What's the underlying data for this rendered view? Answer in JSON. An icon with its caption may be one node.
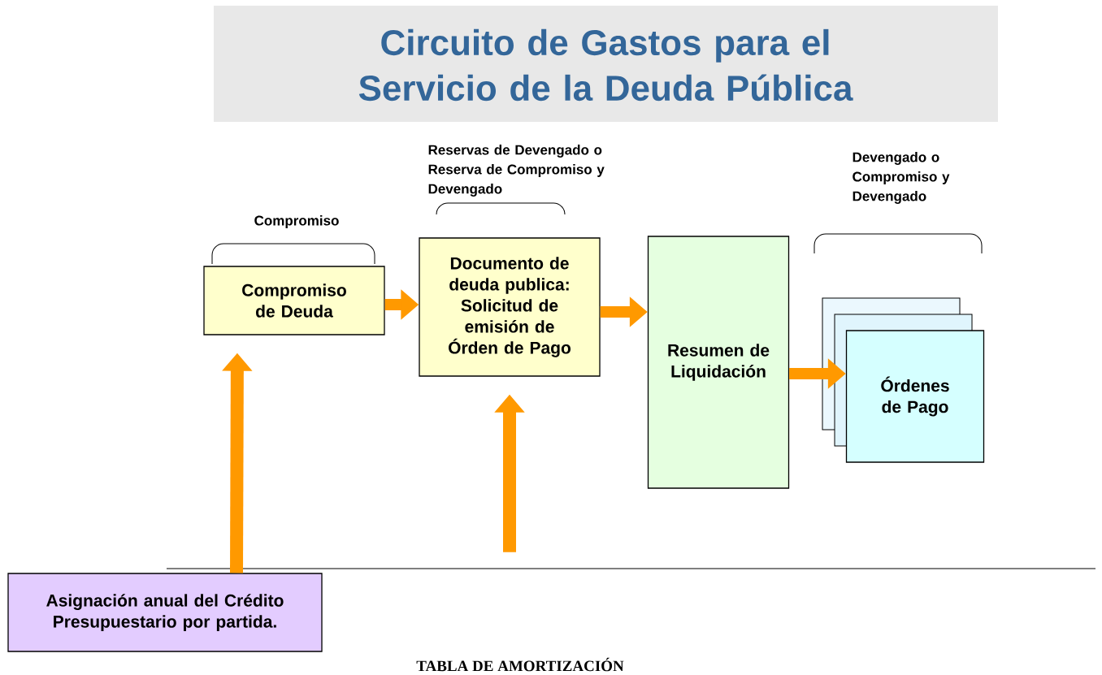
{
  "diagram": {
    "title": "Circuito de Gastos para el Servicio de la Deuda Pública",
    "nodes": [
      {
        "text": [
          "Compromiso de Deuda"
        ],
        "beside": [
          "Compromiso"
        ]
      },
      {
        "text": [
          "Documento de deuda publica: Solicitud de emisión de Órden de Pago"
        ],
        "beside": [
          "Reservas de Devengado o Reserva de Compromiso y Devengado"
        ]
      },
      {
        "text": [
          "Resumen de Liquidación"
        ]
      },
      {
        "text": [
          "Órdenes de Pago"
        ]
      },
      {
        "text": [
          "Asignación anual del Crédito Presupuestario por partida."
        ]
      }
    ],
    "edges": [
      {
        "from": 0,
        "to": 1,
        "arrow": "to"
      },
      {
        "from": 1,
        "to": 2,
        "arrow": "to"
      },
      {
        "from": 2,
        "to": 3,
        "arrow": "to"
      },
      {
        "from": 4,
        "to": 0,
        "arrow": "to"
      },
      {
        "from": null,
        "to": 1,
        "arrow": "to"
      }
    ],
    "labels": [
      "Devengado o Compromiso y Devengado",
      "TABLA DE AMORTIZACIÓN"
    ]
  }
}
